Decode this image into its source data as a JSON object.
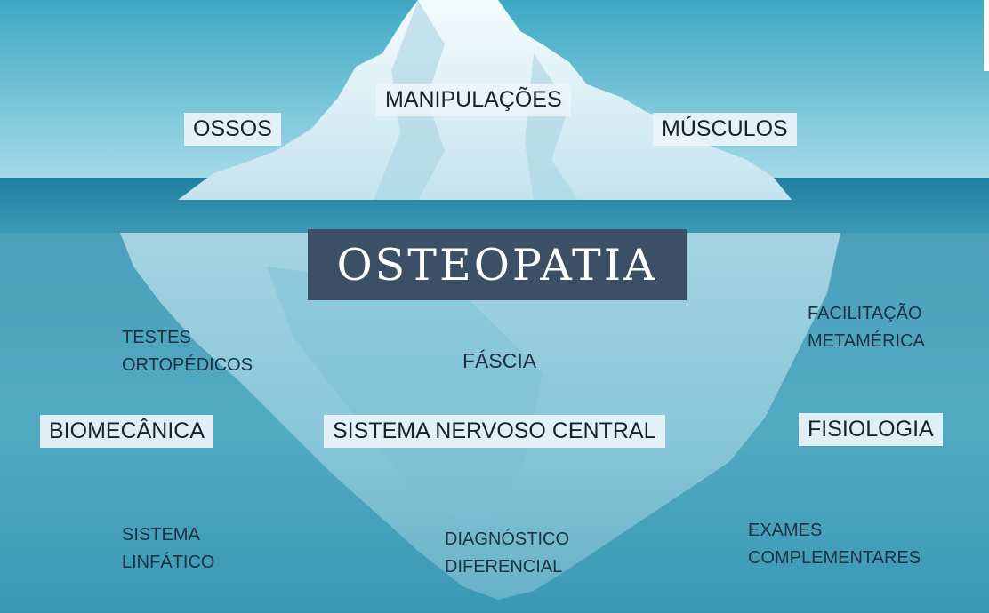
{
  "title": "OSTEOPATIA",
  "above_water": {
    "manipulacoes": "MANIPULAÇÕES",
    "ossos": "OSSOS",
    "musculos": "MÚSCULOS"
  },
  "below_water": {
    "testes": [
      "TESTES",
      "ORTOPÉDICOS"
    ],
    "fascia": "FÁSCIA",
    "facilitacao": [
      "FACILITAÇÃO",
      "METAMÉRICA"
    ],
    "biomecanica": "BIOMECÂNICA",
    "sistema_nervoso": "SISTEMA NERVOSO CENTRAL",
    "fisiologia": "FISIOLOGIA",
    "linfatico": [
      "SISTEMA",
      "LINFÁTICO"
    ],
    "diagnostico": [
      "DIAGNÓSTICO",
      "DIFERENCIAL"
    ],
    "exames": [
      "EXAMES",
      "COMPLEMENTARES"
    ]
  },
  "colors": {
    "sky": "#6cc0d6",
    "water": "#4aa3bd",
    "deep_water": "#2f8fad",
    "iceberg": "#dff1f7",
    "title_box": "#3d4f66"
  }
}
